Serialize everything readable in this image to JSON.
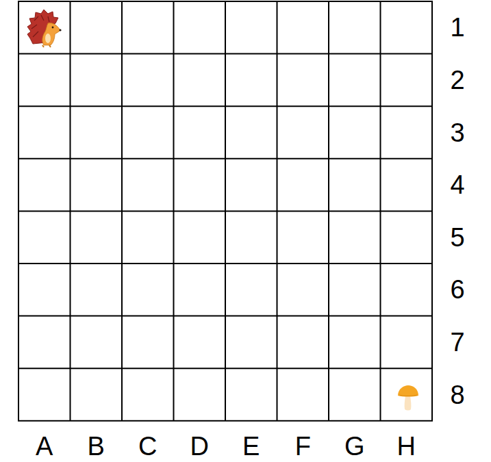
{
  "diagram": {
    "labels": [
      "1",
      "2",
      "3",
      "4",
      "5",
      "6",
      "7",
      "8",
      "A",
      "B",
      "C",
      "D",
      "E",
      "F",
      "G",
      "H"
    ]
  }
}
